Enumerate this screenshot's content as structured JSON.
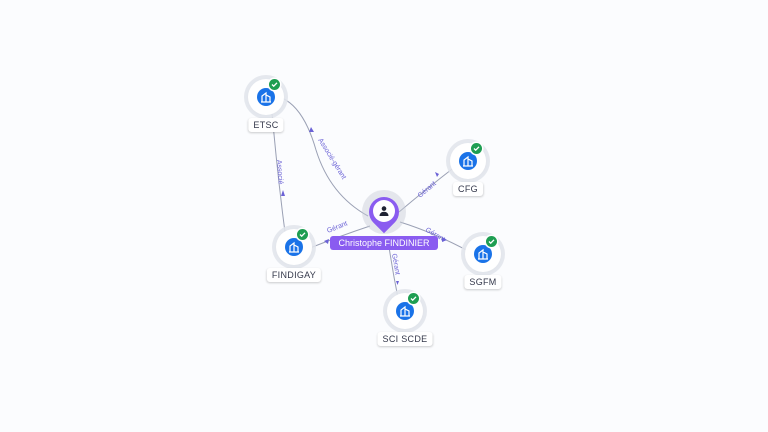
{
  "person": {
    "name": "Christophe FINDINIER",
    "icon": "person-icon",
    "accent": "#8a5cf0"
  },
  "companies": {
    "etsc": {
      "name": "ETSC",
      "icon": "building-icon",
      "verified": true
    },
    "cfg": {
      "name": "CFG",
      "icon": "building-icon",
      "verified": true
    },
    "findigay": {
      "name": "FINDIGAY",
      "icon": "building-icon",
      "verified": true
    },
    "sgfm": {
      "name": "SGFM",
      "icon": "building-icon",
      "verified": true
    },
    "sci_scde": {
      "name": "SCI SCDE",
      "icon": "building-icon",
      "verified": true
    }
  },
  "relations": {
    "etsc_findigay": "Associé",
    "person_etsc": "Associé-gérant",
    "person_cfg": "Gérant",
    "person_findigay": "Gérant",
    "person_sgfm": "Gérant",
    "person_scde": "Gérant"
  },
  "colors": {
    "company_icon": "#1a73e8",
    "verified_badge": "#1e9e52",
    "edge": "#9aa0b4",
    "edge_label": "#6b62d6"
  }
}
